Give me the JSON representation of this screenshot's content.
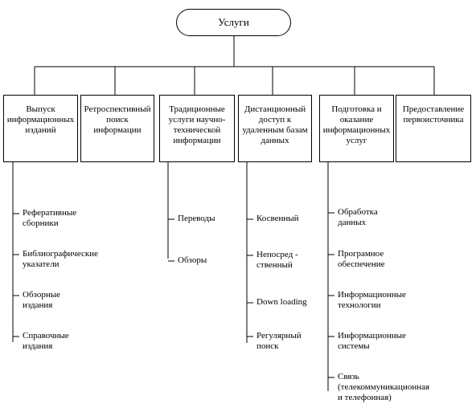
{
  "root": {
    "label": "Услуги"
  },
  "categories": [
    {
      "label": "Выпуск\nинформационных\nизданий",
      "items": [
        "Реферативные\nсборники",
        "Библиографические\nуказатели",
        "Обзорные\nиздания",
        "Справочные\nиздания"
      ]
    },
    {
      "label": "Ретроспективный\nпоиск\nинформации",
      "items": []
    },
    {
      "label": "Традиционные\nуслуги научно-\nтехнической\nинформации",
      "items": [
        "Переводы",
        "Обзоры"
      ]
    },
    {
      "label": "Дистанционный\nдоступ к\nудаленным базам\nданных",
      "items": [
        "Косвенный",
        "Непосред -\nственный",
        "Down loading",
        "Регулярный\nпоиск"
      ]
    },
    {
      "label": "Подготовка и\nоказание\nинформационных\nуслуг",
      "items": [
        "Обработка\nданных",
        "Програмное\nобеспечение",
        "Информационные\nтехнологии",
        "Информационные\nсистемы",
        "Связь\n(телекоммуникационная\nи телефонная)"
      ]
    },
    {
      "label": "Предоставление\nпервоисточника",
      "items": []
    }
  ]
}
